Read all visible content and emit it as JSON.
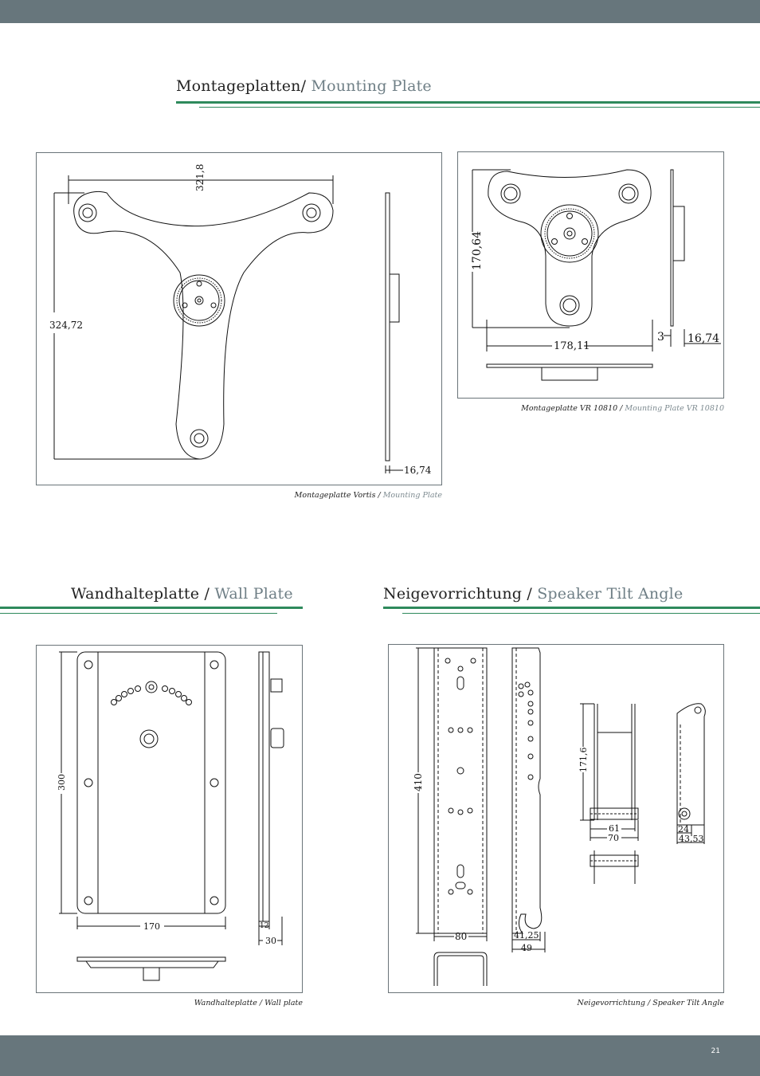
{
  "page_number": "21",
  "colors": {
    "band": "#67767c",
    "accent_rule": "#2e8a5c",
    "english_text": "#6f7f86"
  },
  "sections": {
    "mounting": {
      "title_de": "Montageplatten/",
      "title_en": "Mounting Plate"
    },
    "wall": {
      "title_de": "Wandhalteplatte /",
      "title_en": "Wall Plate"
    },
    "tilt": {
      "title_de": "Neigevorrichtung /",
      "title_en": "Speaker Tilt Angle"
    }
  },
  "figures": {
    "vortis": {
      "caption_de": "Montageplatte Vortis /",
      "caption_en": "Mounting Plate",
      "dims": {
        "width": "321,8",
        "height": "324,72",
        "thickness": "16,74"
      }
    },
    "vr10810": {
      "caption_de": "Montageplatte VR 10810 /",
      "caption_en": "Mounting Plate VR 10810",
      "dims": {
        "height": "170,64",
        "width": "178,11",
        "plate": "3",
        "thickness": "16,74"
      }
    },
    "wallplate": {
      "caption": "Wandhalteplatte / Wall plate",
      "dims": {
        "height": "300",
        "width": "170",
        "side_a": "12",
        "side_b": "30"
      }
    },
    "tilt": {
      "caption": "Neigevorrichtung / Speaker Tilt Angle",
      "dims": {
        "length": "410",
        "width": "80",
        "side_a": "41,25",
        "side_b": "49",
        "clip_height": "171,6",
        "clip_inner": "61",
        "clip_outer": "70",
        "hook_a": "24",
        "hook_b": "43,53"
      }
    }
  }
}
